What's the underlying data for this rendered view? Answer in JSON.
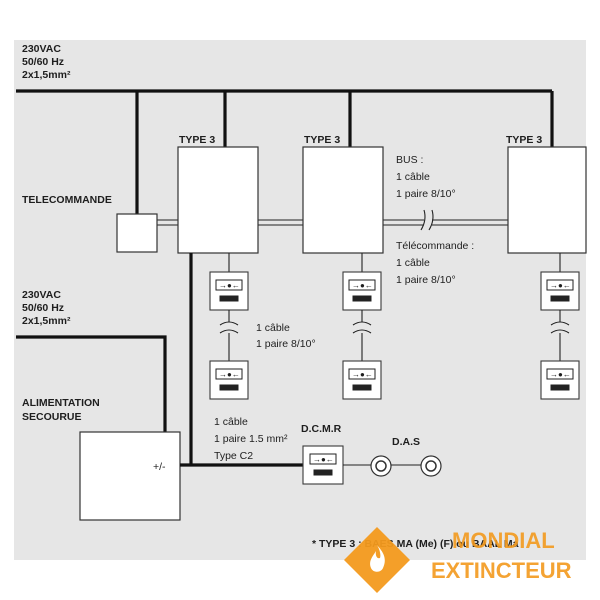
{
  "power_top": {
    "line1": "230VAC",
    "line2": "50/60 Hz",
    "line3": "2x1,5mm²"
  },
  "power_mid": {
    "line1": "230VAC",
    "line2": "50/60 Hz",
    "line3": "2x1,5mm²"
  },
  "telecommande_label": "TELECOMMANDE",
  "type_labels": [
    "TYPE 3",
    "TYPE 3",
    "TYPE 3"
  ],
  "bus": {
    "line1": "BUS :",
    "line2": "1 câble",
    "line3": "1 paire 8/10°"
  },
  "telecommande_cable": {
    "line1": "Télécommande :",
    "line2": "1 câble",
    "line3": "1 paire 8/10°"
  },
  "cable_branch": {
    "line1": "1 câble",
    "line2": "1 paire 8/10°"
  },
  "alimentation": {
    "line1": "ALIMENTATION",
    "line2": "SECOURUE"
  },
  "cable_c2": {
    "line1": "1 câble",
    "line2": "1 paire 1.5 mm²",
    "line3": "Type C2"
  },
  "polarity_label": "+/-",
  "dcmr_label": "D.C.M.R",
  "das_label": "D.A.S",
  "footnote": "* TYPE 3 : BAES MA (Me) (F) ou BAAL Ma",
  "logo": {
    "line1": "MONDIAL",
    "line2": "EXTINCTEUR"
  },
  "colors": {
    "panel": "#e6e6e6",
    "wire": "#111111",
    "logo_orange": "#f39a1e"
  }
}
